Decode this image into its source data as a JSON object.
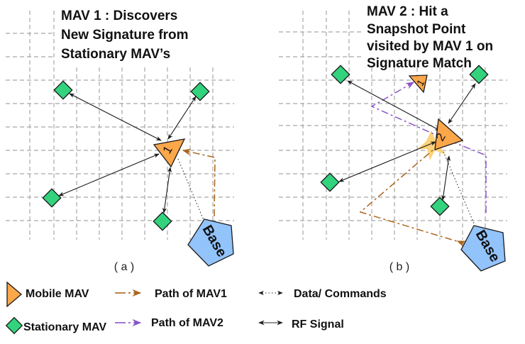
{
  "panels": [
    {
      "id": "a",
      "title_lines": [
        "MAV 1 : Discovers",
        "New Signature from",
        "Stationary MAV’s"
      ],
      "caption": "( a )",
      "mobile_labels": [
        "1"
      ],
      "base_label": "Base"
    },
    {
      "id": "b",
      "title_lines": [
        "MAV 2 : Hit a",
        "Snapshot Point",
        "visited by MAV 1 on",
        "Signature Match"
      ],
      "caption": "( b )",
      "mobile_labels": [
        "1",
        "2"
      ],
      "base_label": "Base"
    }
  ],
  "legend": {
    "mobile_mav": "Mobile MAV",
    "stationary_mav": "Stationary MAV",
    "path_mav1": "Path of MAV1",
    "path_mav2": "Path of MAV2",
    "data_commands": "Data/ Commands",
    "rf_signal": "RF Signal"
  },
  "colors": {
    "mobile_mav": "#fba74a",
    "stationary_mav": "#33d27d",
    "base": "#92c3fb",
    "path_mav1": "#a8651b",
    "path_mav2": "#8a55c8",
    "highlight_star": "#fdd27a"
  }
}
